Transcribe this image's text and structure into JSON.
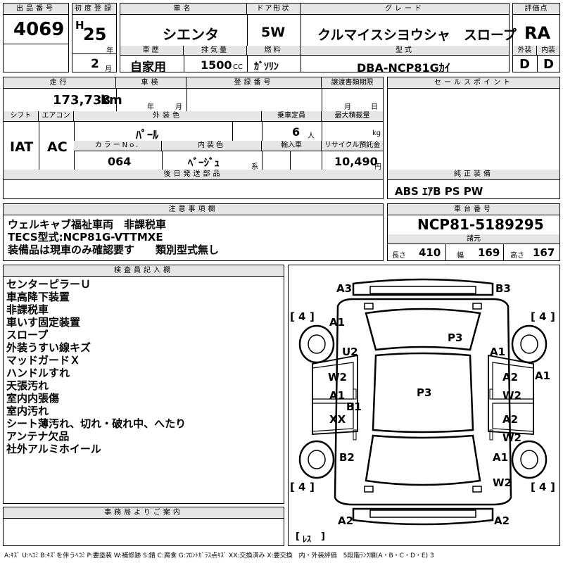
{
  "header": {
    "lot_label": "出品番号",
    "lot": "4069",
    "first_reg_label": "初度登録",
    "era": "H",
    "year": "25",
    "year_unit": "年",
    "month": "2",
    "month_unit": "月",
    "car_name_label": "車名",
    "car_name": "シエンタ",
    "doors_label": "ドア形状",
    "doors": "5W",
    "grade_label": "グレード",
    "grade": "クルマイスシヨウシャ　スロープ",
    "score_label": "評価点",
    "score": "RA",
    "history_label": "車歴",
    "history": "自家用",
    "displacement_label": "排気量",
    "displacement": "1500",
    "cc": "CC",
    "fuel_label": "燃料",
    "fuel": "ｶﾞｿﾘﾝ",
    "model_label": "型式",
    "model": "DBA-NCP81Gｶｲ",
    "exterior_label": "外装",
    "exterior": "D",
    "interior_label": "内装",
    "interior": "D"
  },
  "row2": {
    "mileage_label": "走行",
    "mileage": "173,738",
    "km": "km",
    "inspection_label": "車検",
    "year_unit": "年",
    "month_unit": "月",
    "reg_no_label": "登録番号",
    "transfer_label": "譲渡書類期限",
    "t_month": "月",
    "t_day": "日",
    "shift_label": "シフト",
    "shift": "IAT",
    "ac_label": "エアコン",
    "ac": "AC",
    "color_label": "外装色",
    "color": "ﾊﾟｰﾙ",
    "capacity_label": "乗車定員",
    "capacity": "6",
    "persons": "人",
    "load_label": "最大積載量",
    "kg": "kg",
    "color_no_label": "カラーNo.",
    "color_no": "064",
    "int_color_label": "内装色",
    "int_color": "ﾍﾞｰｼﾞｭ",
    "kei": "系",
    "import_label": "輸入車",
    "recycle_label": "リサイクル預託金",
    "recycle": "10,490",
    "yen": "円",
    "later_label": "後日発送部品"
  },
  "sales_point_label": "セールスポイント",
  "equipment": {
    "label": "純正装備",
    "value": "ABS ｴｱB PS PW"
  },
  "caution": {
    "label": "注意事項欄",
    "lines": [
      "ウェルキャブ福祉車両　非課税車",
      "TECS型式:NCP81G-VTTMXE",
      "装備品は現車のみ確認要す　　類別型式無し"
    ]
  },
  "chassis": {
    "label": "車台番号",
    "value": "NCP81-5189295",
    "dims_label": "諸元",
    "length_label": "長さ",
    "length": "410",
    "width_label": "幅",
    "width": "169",
    "height_label": "高さ",
    "height": "167"
  },
  "inspector": {
    "label": "検査員記入欄",
    "lines": [
      "センターピラーＵ",
      "車高降下装置",
      "非課税車",
      "車いす固定装置",
      "スロープ",
      "外装うすい線キズ",
      "マッドガードＸ",
      "ハンドルすれ",
      "天張汚れ",
      "室内内張傷",
      "室内汚れ",
      "シート薄汚れ、切れ・破れ中、へたり",
      "アンテナ欠品",
      "社外アルミホイール"
    ]
  },
  "office": {
    "label": "事務局よりご案内"
  },
  "diagram": {
    "marks": [
      "A3",
      "B3",
      "A1",
      "P3",
      "U2",
      "A1",
      "A1",
      "W2",
      "A2",
      "A1",
      "W2",
      "P3",
      "B1",
      "XX",
      "A2",
      "W2",
      "B2",
      "A1",
      "W2",
      "A2",
      "A2"
    ],
    "tires": [
      "4",
      "4",
      "4",
      "4"
    ],
    "bracket_open": "[",
    "bracket_close": "]",
    "spare": "ﾚｽ"
  },
  "legend": "A:ｷｽﾞ U:ﾍｺﾐ B:ｷｽﾞを伴うﾍｺﾐ P:要塗装 W:補修跡 S:錆 C:腐食 G:ﾌﾛﾝﾄｶﾞﾗｽ点ｷｽﾞ XX:交換済み X:要交換　内・外装評価　5段階ﾗﾝｸ順(A・B・C・D・E) 3"
}
